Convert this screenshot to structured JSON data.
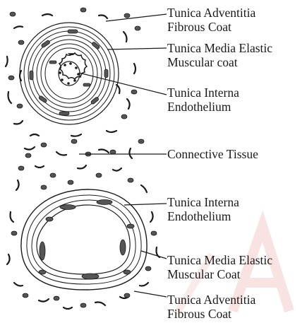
{
  "labels": {
    "artery_adventitia": {
      "line1": "Tunica Adventitia",
      "line2": "Fibrous Coat"
    },
    "artery_media": {
      "line1": "Tunica Media Elastic",
      "line2": "Muscular coat"
    },
    "artery_interna": {
      "line1": "Tunica Interna",
      "line2": "Endothelium"
    },
    "connective": {
      "line1": "Connective Tissue"
    },
    "vein_interna": {
      "line1": "Tunica Interna",
      "line2": "Endothelium"
    },
    "vein_media": {
      "line1": "Tunica Media Elastic",
      "line2": "Muscular Coat"
    },
    "vein_adventitia": {
      "line1": "Tunica Adventitia",
      "line2": "Fibrous Coat"
    }
  },
  "colors": {
    "ink": "#1a1a1a",
    "cell_fill": "#555555",
    "watermark": "#f3c6c6"
  }
}
